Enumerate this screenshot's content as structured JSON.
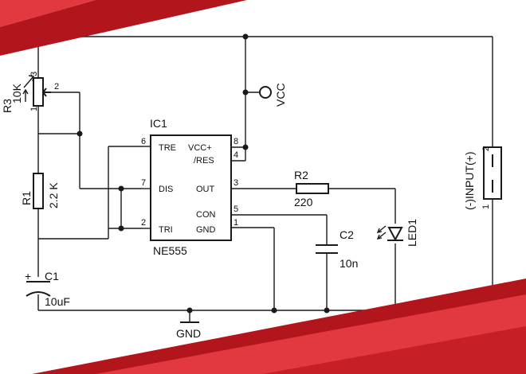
{
  "colors": {
    "banner_dark": "#b3151c",
    "banner_light": "#e2383f",
    "ink": "#1a1a1a",
    "background": "#ffffff"
  },
  "ic": {
    "ref": "IC1",
    "name": "NE555",
    "pins": {
      "tre": "TRE",
      "vcc": "VCC+",
      "res": "/RES",
      "dis": "DIS",
      "out": "OUT",
      "con": "CON",
      "tri": "TRI",
      "gnd": "GND",
      "n6": "6",
      "n7": "7",
      "n2": "2",
      "n8": "8",
      "n4": "4",
      "n3": "3",
      "n5": "5",
      "n1": "1"
    }
  },
  "r3": {
    "ref": "R3",
    "value": "10K",
    "pin1": "1",
    "pin2": "2",
    "pin3": "3"
  },
  "r1": {
    "ref": "R1",
    "value": "2.2 K"
  },
  "r2": {
    "ref": "R2",
    "value": "220"
  },
  "c1": {
    "ref": "C1",
    "value": "10uF",
    "plus": "+"
  },
  "c2": {
    "ref": "C2",
    "value": "10n"
  },
  "led": {
    "ref": "LED1"
  },
  "vcc": {
    "label": "VCC"
  },
  "gnd": {
    "label": "GND"
  },
  "input": {
    "label": "(-)INPUT(+)",
    "pin1": "1",
    "pin2": "2"
  }
}
